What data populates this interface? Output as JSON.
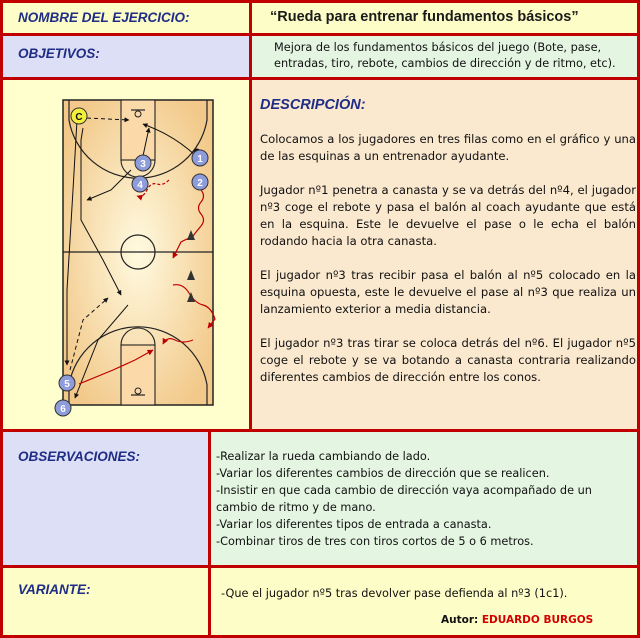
{
  "header": {
    "name_label": "NOMBRE DEL EJERCICIO:",
    "title": "“Rueda para entrenar fundamentos básicos”"
  },
  "objectives": {
    "label": "OBJETIVOS:",
    "text": "Mejora de los fundamentos básicos del juego (Bote, pase, entradas, tiro, rebote, cambios de dirección y de ritmo, etc)."
  },
  "description": {
    "label": "DESCRIPCIÓN:",
    "paragraphs": [
      "Colocamos a los jugadores en tres filas como en el gráfico y una de las esquinas a un entrenador ayudante.",
      "Jugador nº1 penetra a canasta y se va detrás del nº4, el jugador nº3 coge el rebote y pasa el balón al coach ayudante que está en la esquina. Este le devuelve el pase o le echa el balón rodando hacia la otra canasta.",
      "El jugador nº3 tras recibir pasa el balón al nº5 colocado en la esquina opuesta, este le devuelve el pase al nº3 que realiza un lanzamiento exterior a media distancia.",
      "El jugador nº3 tras tirar se coloca detrás del nº6. El jugador nº5 coge el rebote y se va botando a canasta contraria realizando diferentes cambios de dirección entre los conos."
    ]
  },
  "diagram": {
    "coach": "C",
    "players": [
      "1",
      "2",
      "3",
      "4",
      "5",
      "6"
    ]
  },
  "observations": {
    "label": "OBSERVACIONES:",
    "items": [
      "-Realizar la rueda cambiando de lado.",
      "-Variar los diferentes cambios de dirección que se realicen.",
      "-Insistir en que cada cambio de dirección vaya acompañado de un cambio de ritmo y de mano.",
      "-Variar los diferentes tipos de entrada a canasta.",
      "-Combinar tiros de tres con tiros cortos de 5 o 6 metros."
    ]
  },
  "variant": {
    "label": "VARIANTE:",
    "text": "-Que el jugador nº5 tras devolver pase defienda al nº3 (1c1)."
  },
  "author": {
    "label": "Autor:",
    "name": "EDUARDO BURGOS"
  },
  "colors": {
    "border": "#c00000",
    "label_blue": "#1f2d86",
    "cream": "#fdfdc8",
    "lavender": "#dcdff5",
    "mint": "#e4f5e2",
    "pale_yellow": "#fffecd",
    "beige": "#fbe9cf",
    "author_red": "#d40000"
  }
}
